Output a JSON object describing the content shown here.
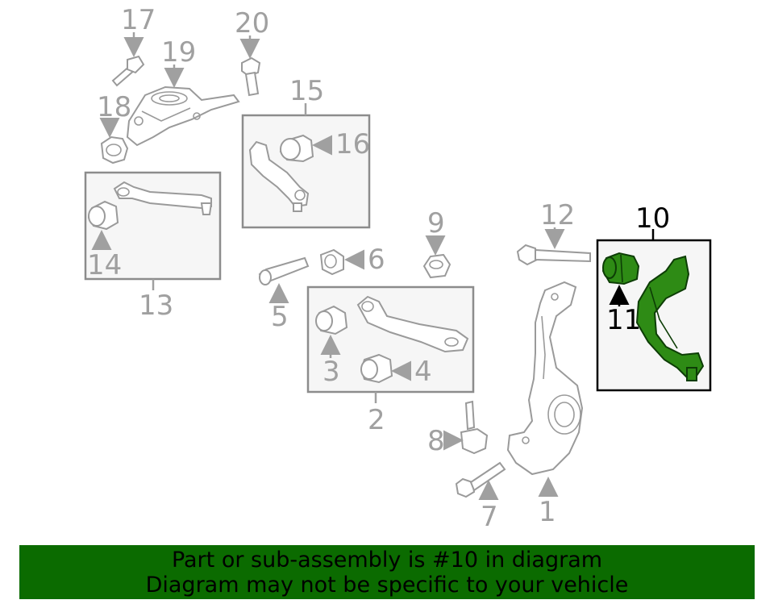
{
  "callouts": {
    "c1": "1",
    "c2": "2",
    "c3": "3",
    "c4": "4",
    "c5": "5",
    "c6": "6",
    "c7": "7",
    "c8": "8",
    "c9": "9",
    "c10": "10",
    "c11": "11",
    "c12": "12",
    "c13": "13",
    "c14": "14",
    "c15": "15",
    "c16": "16",
    "c17": "17",
    "c18": "18",
    "c19": "19",
    "c20": "20"
  },
  "highlight": {
    "part_number": "10",
    "sub_part_number": "11",
    "color": "#2e8b15"
  },
  "notice": {
    "line1": "Part or sub-assembly is #10 in diagram",
    "line2": "Diagram may not be specific to your vehicle",
    "background": "#0b6b00"
  }
}
